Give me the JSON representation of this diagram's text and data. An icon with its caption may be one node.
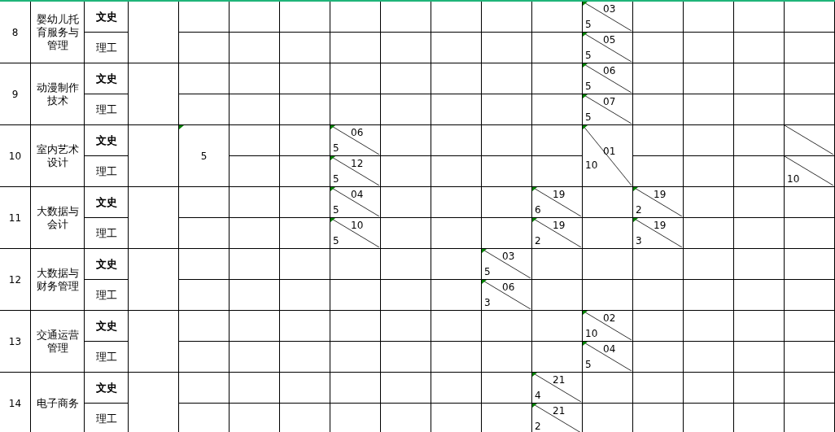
{
  "diagram": {
    "labels": [
      "8",
      "婴幼儿托育服务与管理",
      "文史",
      "03",
      "5",
      "理工",
      "05",
      "5",
      "9",
      "动漫制作技术",
      "文史",
      "06",
      "5",
      "理工",
      "07",
      "5",
      "10",
      "室内艺术设计",
      "文史",
      "5",
      "06",
      "5",
      "01",
      "10",
      "理工",
      "12",
      "5",
      "10",
      "11",
      "大数据与会计",
      "文史",
      "04",
      "5",
      "19",
      "6",
      "19",
      "2",
      "理工",
      "10",
      "5",
      "19",
      "2",
      "19",
      "3",
      "12",
      "大数据与财务管理",
      "文史",
      "03",
      "5",
      "理工",
      "06",
      "3",
      "13",
      "交通运营管理",
      "文史",
      "02",
      "10",
      "理工",
      "04",
      "5",
      "14",
      "电子商务",
      "文史",
      "21",
      "4",
      "理工",
      "21",
      "2"
    ]
  }
}
